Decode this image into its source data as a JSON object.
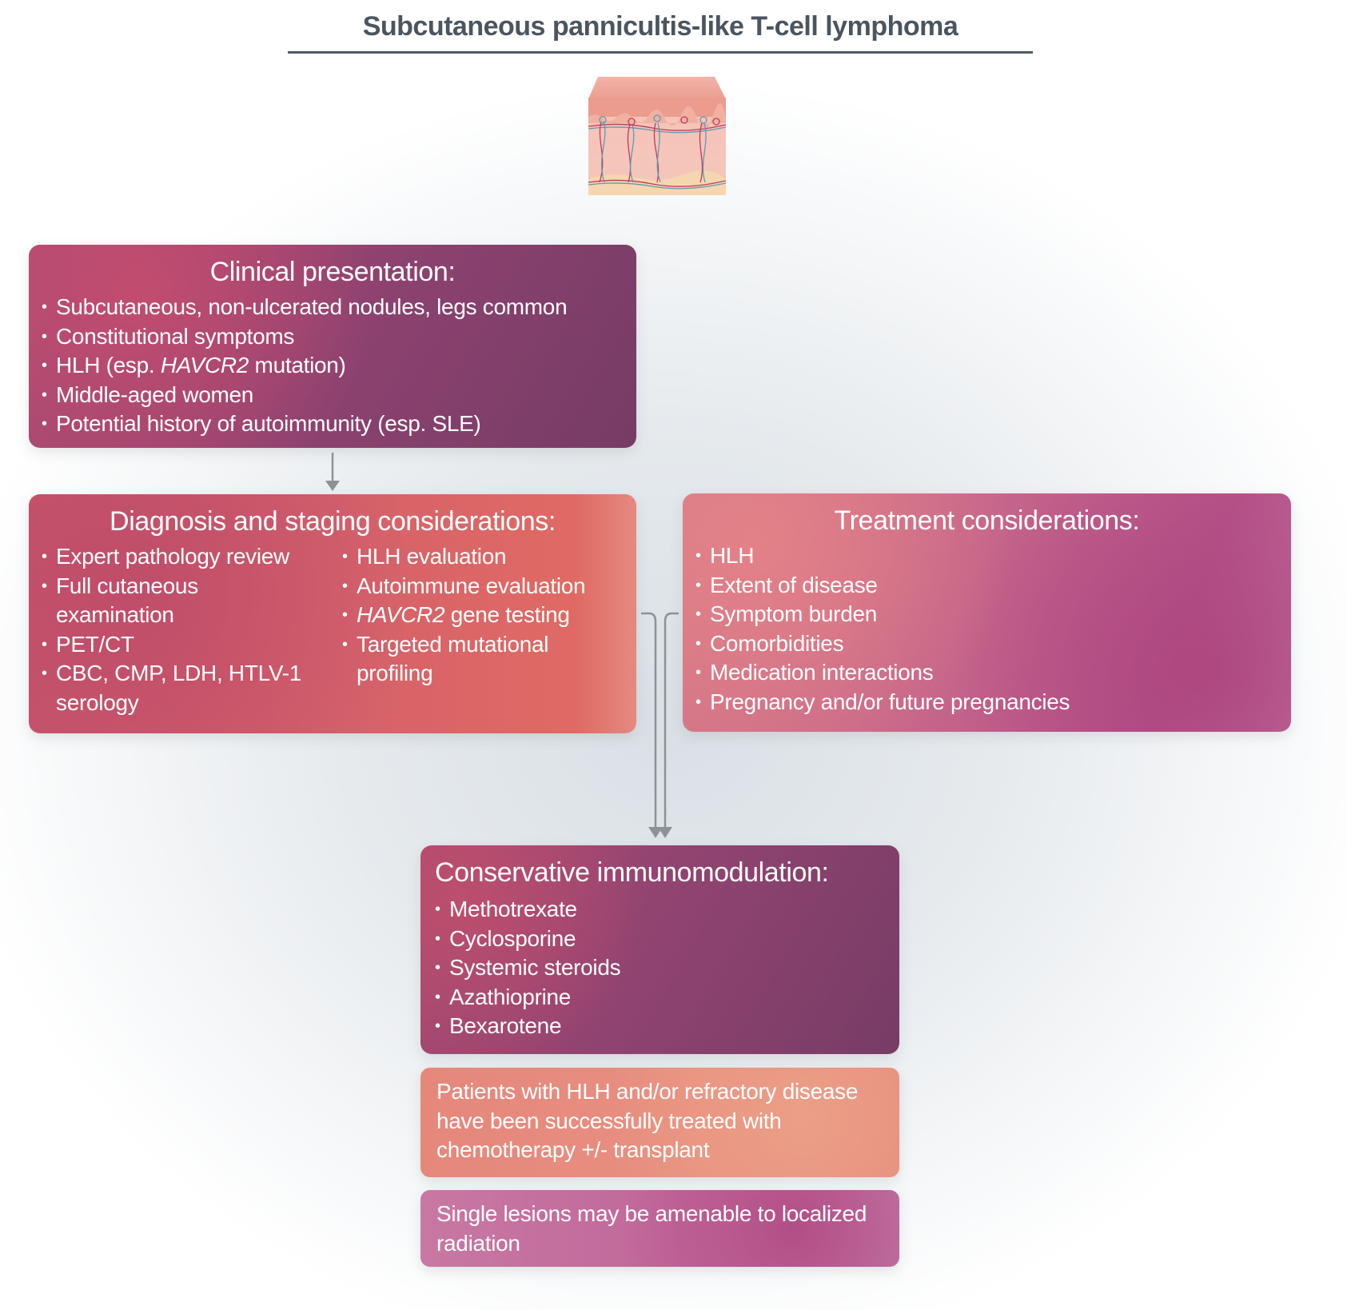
{
  "title": "Subcutaneous pannicultis-like T-cell lymphoma",
  "illustration": {
    "icon": "skin-cross-section-icon"
  },
  "clinical_presentation": {
    "heading": "Clinical presentation:",
    "items": [
      {
        "text": "Subcutaneous, non-ulcerated nodules, legs common"
      },
      {
        "text": "Constitutional symptoms"
      },
      {
        "pre": "HLH (esp. ",
        "italic": "HAVCR2",
        "post": " mutation)"
      },
      {
        "text": "Middle-aged women"
      },
      {
        "text": "Potential history of autoimmunity (esp. SLE)"
      }
    ]
  },
  "diagnosis": {
    "heading": "Diagnosis and staging considerations:",
    "column1": [
      {
        "text": "Expert pathology review"
      },
      {
        "text": "Full cutaneous examination"
      },
      {
        "text": "PET/CT"
      },
      {
        "text": "CBC, CMP, LDH, HTLV-1 serology"
      }
    ],
    "column2": [
      {
        "text": "HLH evaluation"
      },
      {
        "text": "Autoimmune evaluation"
      },
      {
        "italic": "HAVCR2",
        "post": " gene testing"
      },
      {
        "text": "Targeted mutational profiling"
      }
    ]
  },
  "treatment": {
    "heading": "Treatment considerations:",
    "items": [
      {
        "text": "HLH"
      },
      {
        "text": "Extent of disease"
      },
      {
        "text": "Symptom burden"
      },
      {
        "text": "Comorbidities"
      },
      {
        "text": "Medication interactions"
      },
      {
        "text": "Pregnancy and/or future pregnancies"
      }
    ]
  },
  "conservative": {
    "heading": "Conservative immunomodulation:",
    "items": [
      {
        "text": "Methotrexate"
      },
      {
        "text": "Cyclosporine"
      },
      {
        "text": "Systemic steroids"
      },
      {
        "text": "Azathioprine"
      },
      {
        "text": "Bexarotene"
      }
    ]
  },
  "notes": {
    "hlh": "Patients with HLH and/or refractory disease have been successfully treated with chemotherapy +/- transplant",
    "radiation": "Single lesions may be amenable to localized radiation"
  },
  "colors": {
    "title": "#4a5560",
    "connector": "#8e9297",
    "plum": "#8e4270",
    "coral": "#d6626a",
    "magenta": "#c0679a",
    "salmon": "#e6877c"
  }
}
